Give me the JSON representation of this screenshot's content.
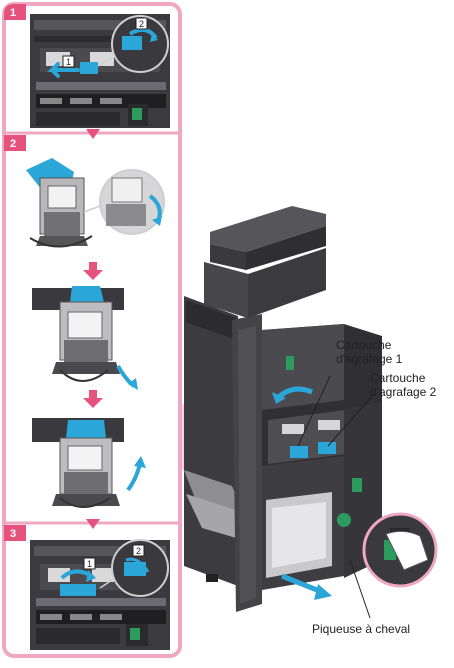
{
  "steps": [
    {
      "number": "1",
      "sublabels": [
        "2",
        "1"
      ]
    },
    {
      "number": "2",
      "sublabels": []
    },
    {
      "number": "3",
      "sublabels": [
        "1",
        "2"
      ]
    }
  ],
  "callouts": {
    "cartridge1": "Cartouche\nd'agrafage 1",
    "cartridge1_line1": "Cartouche",
    "cartridge1_line2": "d'agrafage 1",
    "cartridge2_line1": "Cartouche",
    "cartridge2_line2": "d'agrafage 2",
    "saddle_stitcher": "Piqueuse à cheval"
  },
  "colors": {
    "accent_pink": "#e6527e",
    "panel_border": "#f0a8c0",
    "highlight_blue": "#2aa6d8",
    "machine_dark": "#3a3a3e"
  }
}
